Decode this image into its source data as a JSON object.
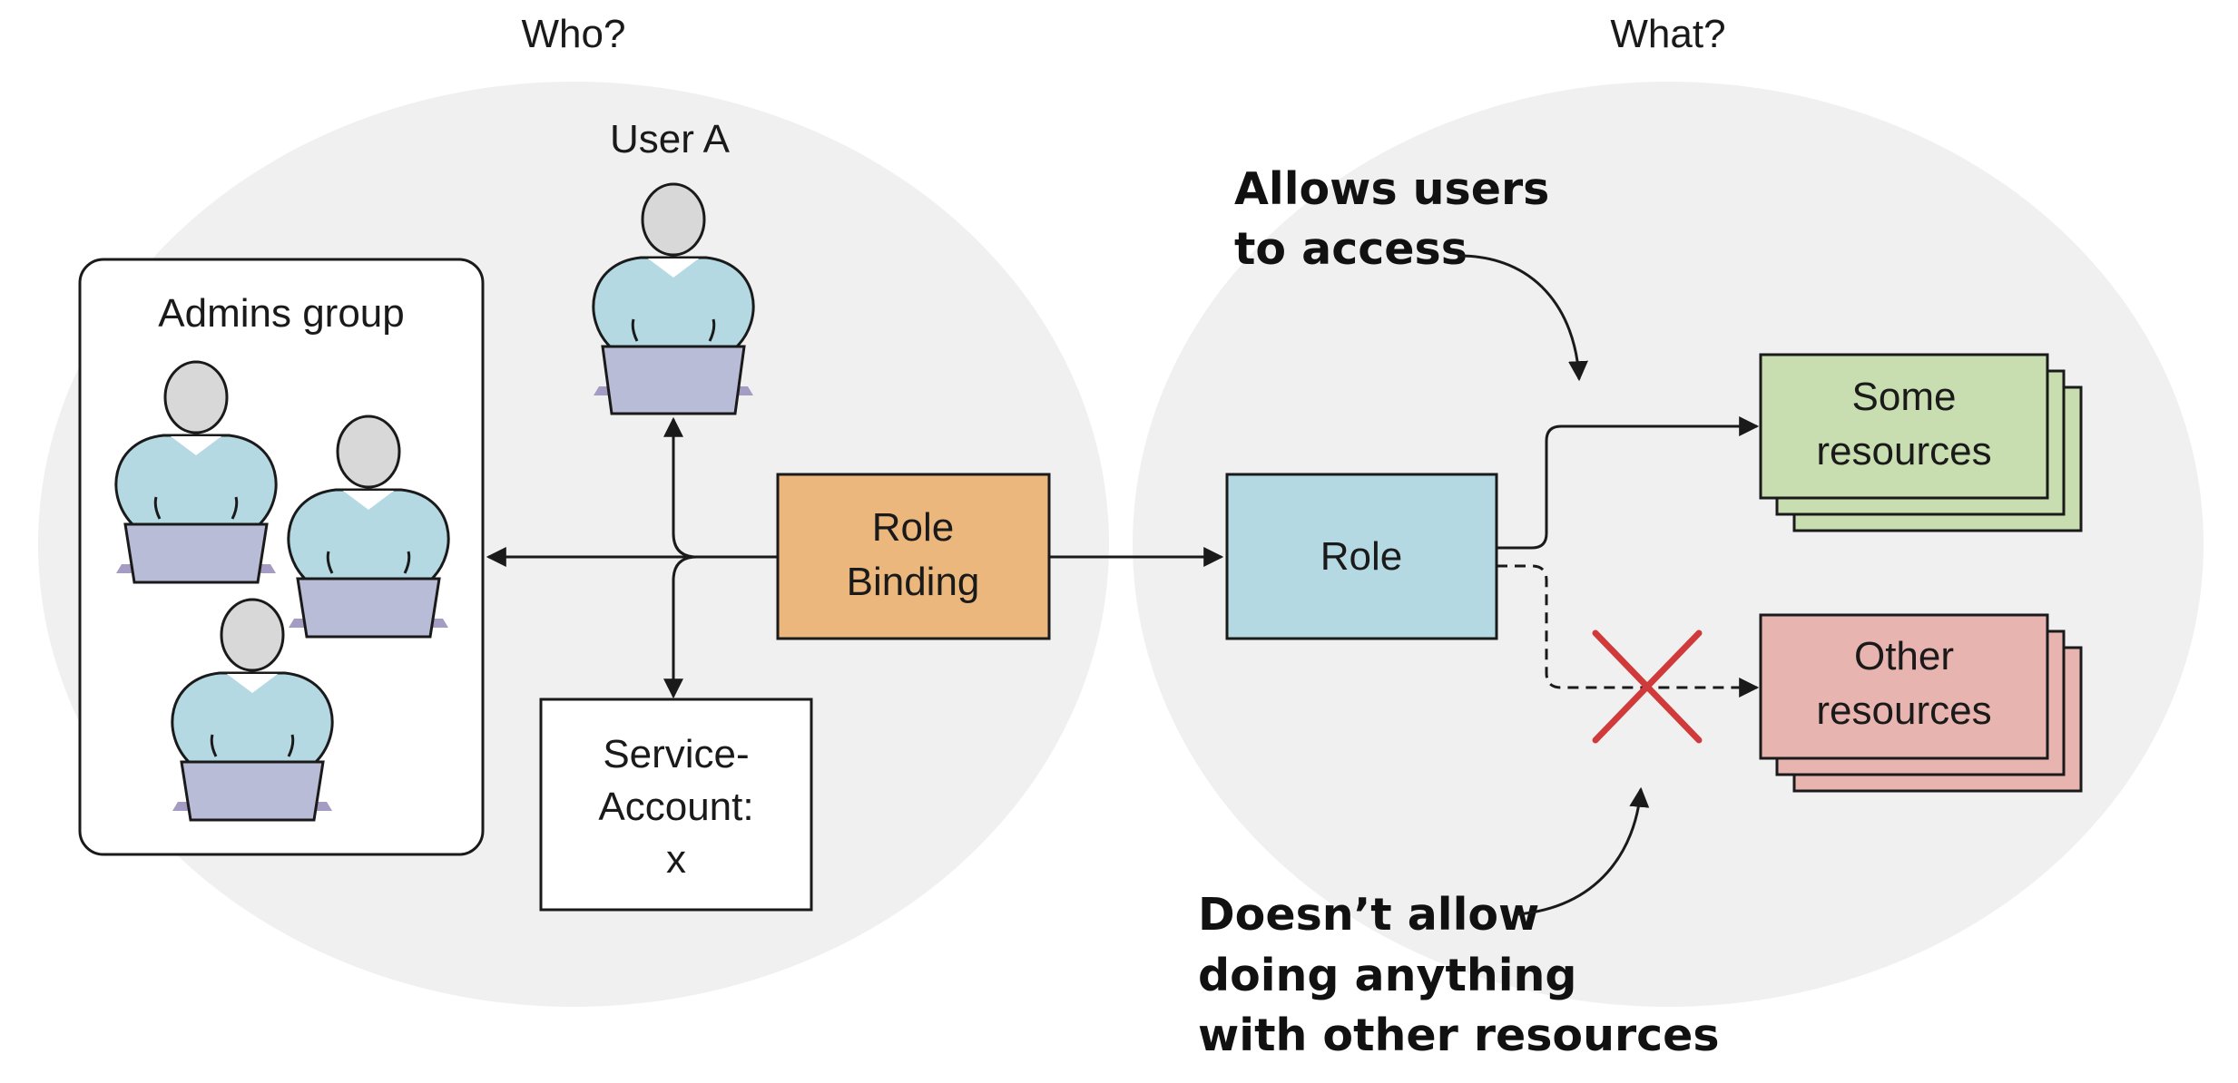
{
  "headings": {
    "who": "Who?",
    "what": "What?"
  },
  "user_a": {
    "label": "User A"
  },
  "admins_group": {
    "label": "Admins group"
  },
  "service_account": {
    "line1": "Service-",
    "line2": "Account:",
    "line3": "x"
  },
  "role_binding": {
    "line1": "Role",
    "line2": "Binding"
  },
  "role": {
    "label": "Role"
  },
  "some_resources": {
    "line1": "Some",
    "line2": "resources"
  },
  "other_resources": {
    "line1": "Other",
    "line2": "resources"
  },
  "notes": {
    "allows": {
      "line1": "Allows users",
      "line2": "to access"
    },
    "denies": {
      "line1": "Doesn’t allow",
      "line2": "doing anything",
      "line3": "with other resources"
    }
  },
  "colors": {
    "ellipse": "#f0f0f0",
    "role_binding": "#ebb77c",
    "role": "#b4d9e2",
    "some_resources": "#c8ddb0",
    "other_resources": "#e8b4b0",
    "person_body": "#b4d9e2",
    "person_head": "#d8d8d8",
    "laptop": "#b9bcd6",
    "cross": "#d03a3a"
  }
}
